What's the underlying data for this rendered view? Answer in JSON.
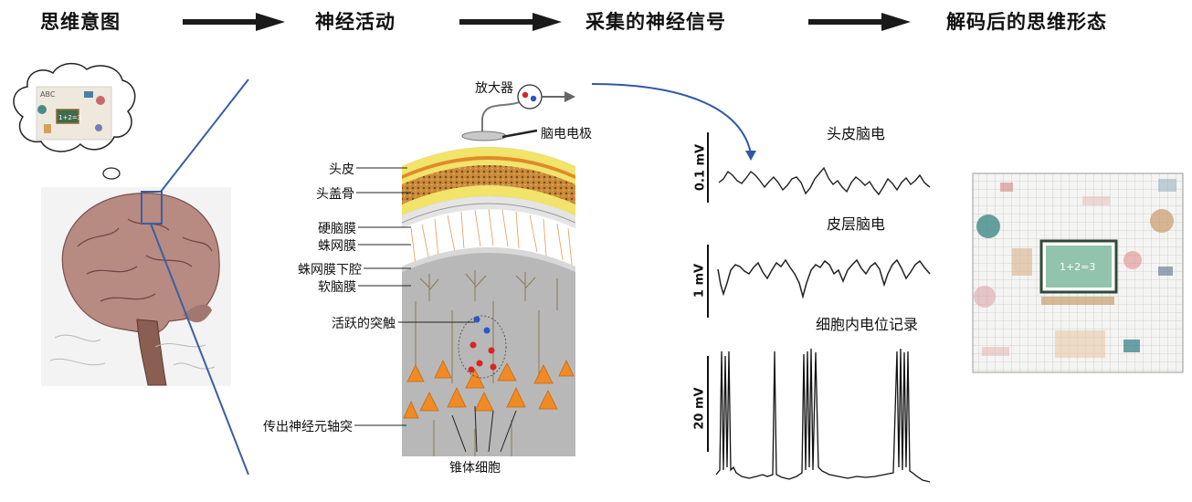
{
  "steps": [
    "思维意图",
    "神经活动",
    "采集的神经信号",
    "解码后的思维形态"
  ],
  "equipment": {
    "amplifier": "放大器",
    "electrode": "脑电电极"
  },
  "layers": {
    "scalp": "头皮",
    "skull": "头盖骨",
    "dura": "硬脑膜",
    "arachnoid": "蛛网膜",
    "subarachnoid": "蛛网膜下腔",
    "pia": "软脑膜",
    "active_synapse": "活跃的突触",
    "efferent_axon": "传出神经元轴突",
    "pyramidal_cells": "锥体细胞"
  },
  "thought_icons": {
    "formula": "1+2=3",
    "abc": "ABC"
  },
  "decoded_formula": "1+2=3",
  "signals": [
    {
      "title": "头皮脑电",
      "scale": "0.1 mV"
    },
    {
      "title": "皮层脑电",
      "scale": "1 mV"
    },
    {
      "title": "细胞内电位记录",
      "scale": "20 mV"
    }
  ],
  "colors": {
    "arrow": "#1a1a1a",
    "zoom_line": "#3b5fa0",
    "neuron": "#f08a24",
    "skull": "#c98a3a"
  }
}
